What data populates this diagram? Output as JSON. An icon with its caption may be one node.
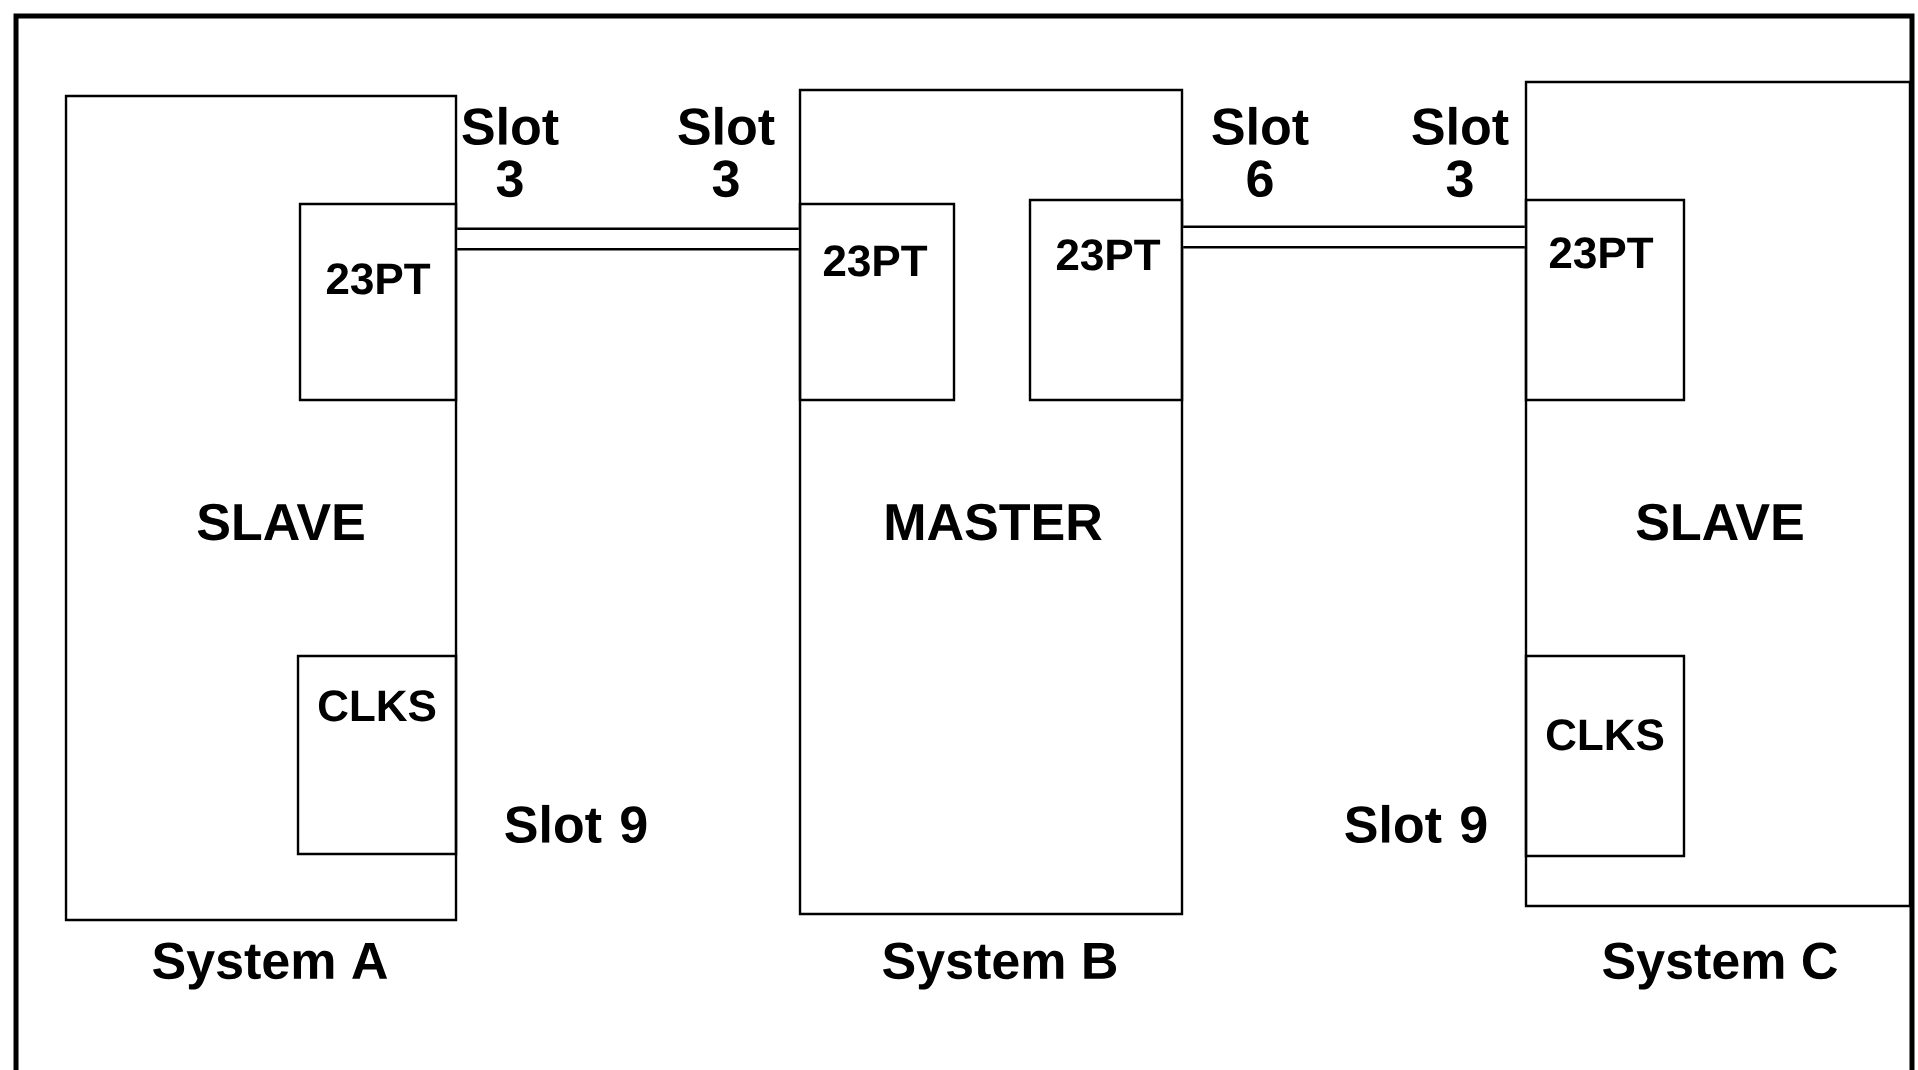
{
  "diagram": {
    "nodes": [
      {
        "text": [
          "SLAVE"
        ],
        "beside": [
          "System A"
        ]
      },
      {
        "text": [
          "23PT"
        ],
        "in": 0
      },
      {
        "text": [
          "CLKS"
        ],
        "in": 0
      },
      {
        "text": [
          "MASTER"
        ],
        "beside": [
          "System B"
        ]
      },
      {
        "text": [
          "23PT"
        ],
        "in": 3
      },
      {
        "text": [
          "23PT"
        ],
        "in": 3
      },
      {
        "text": [
          "SLAVE"
        ],
        "beside": [
          "System C"
        ]
      },
      {
        "text": [
          "23PT"
        ],
        "in": 6
      },
      {
        "text": [
          "CLKS"
        ],
        "in": 6
      }
    ],
    "edges": [
      {
        "from": 1,
        "to": 4,
        "arrow": "none"
      },
      {
        "from": 5,
        "to": 7,
        "arrow": "none"
      }
    ],
    "labels": [
      "Slot 3",
      "Slot 3",
      "Slot 6",
      "Slot 3",
      "Slot 9",
      "Slot 9"
    ]
  }
}
